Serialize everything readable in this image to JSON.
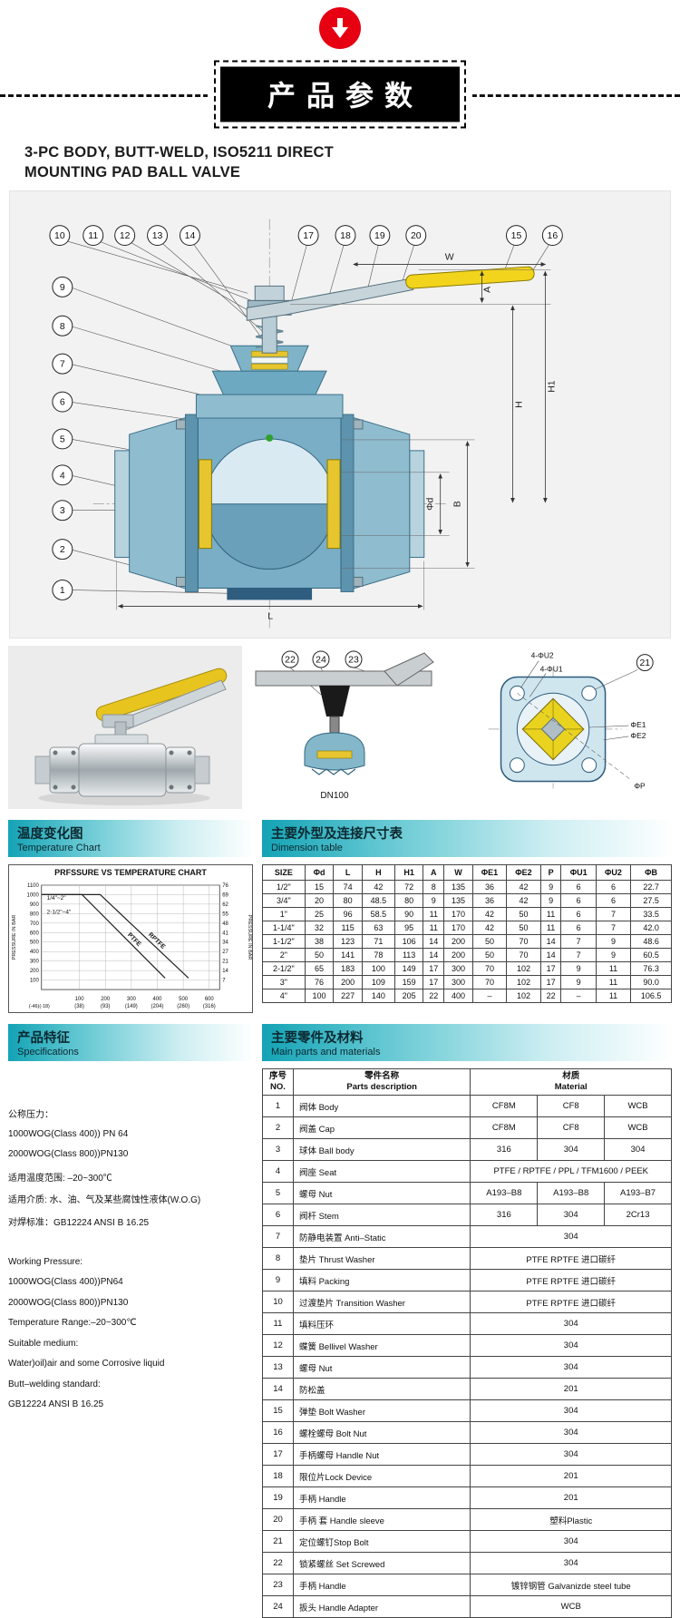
{
  "header": {
    "title": "产品参数",
    "product_line1": "3-PC BODY, BUTT-WELD, ISO5211 DIRECT",
    "product_line2": "MOUNTING PAD BALL VALVE"
  },
  "diagram": {
    "callouts": {
      "c1": "1",
      "c2": "2",
      "c3": "3",
      "c4": "4",
      "c5": "5",
      "c6": "6",
      "c7": "7",
      "c8": "8",
      "c9": "9",
      "c10": "10",
      "c11": "11",
      "c12": "12",
      "c13": "13",
      "c14": "14",
      "c15": "15",
      "c16": "16",
      "c17": "17",
      "c18": "18",
      "c19": "19",
      "c20": "20",
      "c21": "21",
      "c22": "22",
      "c23": "23",
      "c24": "24"
    },
    "dims": {
      "W": "W",
      "A": "A",
      "H": "H",
      "H1": "H1",
      "phi_d": "Φd",
      "B": "B",
      "L": "L"
    },
    "detail": {
      "dn": "DN100",
      "u2": "4-ΦU2",
      "u1": "4-ΦU1",
      "e1": "ΦE1",
      "e2": "ΦE2",
      "p": "ΦP"
    }
  },
  "sections": {
    "temp_chart": {
      "zh": "温度变化图",
      "en": "Temperature Chart"
    },
    "dim_table": {
      "zh": "主要外型及连接尺寸表",
      "en": "Dimension table"
    },
    "specs": {
      "zh": "产品特征",
      "en": "Specifications"
    },
    "parts": {
      "zh": "主要零件及材料",
      "en": "Main parts and materials"
    }
  },
  "chart_data": {
    "type": "line",
    "title": "PRFSSURE VS TEMPERATURE CHART",
    "y_axis_left": {
      "label": "PRESSURE IN BAR",
      "range": [
        0,
        1100
      ],
      "ticks": [
        1100,
        1000,
        900,
        800,
        700,
        600,
        500,
        400,
        300,
        200,
        100
      ]
    },
    "y_axis_right": {
      "label": "PRESSURE IN BAR",
      "ticks": [
        76,
        69,
        62,
        55,
        48,
        41,
        34,
        27,
        21,
        14,
        7
      ]
    },
    "x_axis": {
      "range": [
        -46,
        640
      ],
      "start_label": "(-46)(-18)",
      "ticks": [
        {
          "f": "100",
          "c": "(38)"
        },
        {
          "f": "200",
          "c": "(93)"
        },
        {
          "f": "300",
          "c": "(149)"
        },
        {
          "f": "400",
          "c": "(204)"
        },
        {
          "f": "500",
          "c": "(260)"
        },
        {
          "f": "600",
          "c": "(316)"
        }
      ]
    },
    "series": [
      {
        "name": "RPTFE",
        "points": [
          [
            -46,
            1000
          ],
          [
            180,
            1000
          ],
          [
            520,
            120
          ]
        ]
      },
      {
        "name": "PTFE",
        "points": [
          [
            -46,
            1000
          ],
          [
            110,
            1000
          ],
          [
            430,
            120
          ]
        ]
      }
    ],
    "annotations": [
      "1/4\"~2\"",
      "2-1/2\"~4\""
    ],
    "legend_position": "inline",
    "grid": true
  },
  "dimension_table": {
    "headers": [
      "SIZE",
      "Φd",
      "L",
      "H",
      "H1",
      "A",
      "W",
      "ΦE1",
      "ΦE2",
      "P",
      "ΦU1",
      "ΦU2",
      "ΦB"
    ],
    "rows": [
      [
        "1/2\"",
        "15",
        "74",
        "42",
        "72",
        "8",
        "135",
        "36",
        "42",
        "9",
        "6",
        "6",
        "22.7"
      ],
      [
        "3/4\"",
        "20",
        "80",
        "48.5",
        "80",
        "9",
        "135",
        "36",
        "42",
        "9",
        "6",
        "6",
        "27.5"
      ],
      [
        "1\"",
        "25",
        "96",
        "58.5",
        "90",
        "11",
        "170",
        "42",
        "50",
        "11",
        "6",
        "7",
        "33.5"
      ],
      [
        "1-1/4\"",
        "32",
        "115",
        "63",
        "95",
        "11",
        "170",
        "42",
        "50",
        "11",
        "6",
        "7",
        "42.0"
      ],
      [
        "1-1/2\"",
        "38",
        "123",
        "71",
        "106",
        "14",
        "200",
        "50",
        "70",
        "14",
        "7",
        "9",
        "48.6"
      ],
      [
        "2\"",
        "50",
        "141",
        "78",
        "113",
        "14",
        "200",
        "50",
        "70",
        "14",
        "7",
        "9",
        "60.5"
      ],
      [
        "2-1/2\"",
        "65",
        "183",
        "100",
        "149",
        "17",
        "300",
        "70",
        "102",
        "17",
        "9",
        "11",
        "76.3"
      ],
      [
        "3\"",
        "76",
        "200",
        "109",
        "159",
        "17",
        "300",
        "70",
        "102",
        "17",
        "9",
        "11",
        "90.0"
      ],
      [
        "4\"",
        "100",
        "227",
        "140",
        "205",
        "22",
        "400",
        "–",
        "102",
        "22",
        "–",
        "11",
        "106.5"
      ]
    ]
  },
  "specifications": {
    "lines": [
      "公称压力：",
      "1000WOG(Class 400)) PN 64",
      "2000WOG(Class 800))PN130",
      "适用温度范围: –20~300℃",
      "适用介质: 水、油、气及某些腐蚀性液体(W.O.G)",
      "对焊标准：GB12224  ANSI B 16.25",
      "",
      "Working Pressure:",
      "1000WOG(Class 400))PN64",
      "2000WOG(Class 800))PN130",
      "Temperature Range:–20~300℃",
      "Suitable medium:",
      "Water)oil)air and some Corrosive liquid",
      "Butt–welding standard:",
      "GB12224  ANSI B 16.25"
    ]
  },
  "parts_table": {
    "headers": {
      "no_zh": "序号",
      "no_en": "NO.",
      "name_zh": "零件名称",
      "name_en": "Parts  description",
      "mat_zh": "材质",
      "mat_en": "Material"
    },
    "rows": [
      {
        "no": "1",
        "name": "阀体 Body",
        "materials": [
          "CF8M",
          "CF8",
          "WCB"
        ]
      },
      {
        "no": "2",
        "name": "阀盖 Cap",
        "materials": [
          "CF8M",
          "CF8",
          "WCB"
        ]
      },
      {
        "no": "3",
        "name": "球体 Ball body",
        "materials": [
          "316",
          "304",
          "304"
        ]
      },
      {
        "no": "4",
        "name": "阀座 Seat",
        "materials": [
          "PTFE / RPTFE / PPL / TFM1600 / PEEK"
        ]
      },
      {
        "no": "5",
        "name": "螺母  Nut",
        "materials": [
          "A193–B8",
          "A193–B8",
          "A193–B7"
        ]
      },
      {
        "no": "6",
        "name": "阀杆 Stem",
        "materials": [
          "316",
          "304",
          "2Cr13"
        ]
      },
      {
        "no": "7",
        "name": "防静电装置 Anti–Static",
        "materials": [
          "304"
        ]
      },
      {
        "no": "8",
        "name": "垫片 Thrust Washer",
        "materials": [
          "PTFE RPTFE 进口碳纤"
        ]
      },
      {
        "no": "9",
        "name": "填料 Packing",
        "materials": [
          "PTFE RPTFE 进口碳纤"
        ]
      },
      {
        "no": "10",
        "name": "过渡垫片 Transition Washer",
        "materials": [
          "PTFE RPTFE 进口碳纤"
        ]
      },
      {
        "no": "11",
        "name": "填料压环",
        "materials": [
          "304"
        ]
      },
      {
        "no": "12",
        "name": "蝶簧 Bellivel Washer",
        "materials": [
          "304"
        ]
      },
      {
        "no": "13",
        "name": "螺母  Nut",
        "materials": [
          "304"
        ]
      },
      {
        "no": "14",
        "name": "防松盖",
        "materials": [
          "201"
        ]
      },
      {
        "no": "15",
        "name": "弹垫  Bolt Washer",
        "materials": [
          "304"
        ]
      },
      {
        "no": "16",
        "name": "螺栓螺母  Bolt Nut",
        "materials": [
          "304"
        ]
      },
      {
        "no": "17",
        "name": "手柄螺母  Handle Nut",
        "materials": [
          "304"
        ]
      },
      {
        "no": "18",
        "name": "限位片Lock Device",
        "materials": [
          "201"
        ]
      },
      {
        "no": "19",
        "name": "手柄 Handle",
        "materials": [
          "201"
        ]
      },
      {
        "no": "20",
        "name": "手柄 套 Handle sleeve",
        "materials": [
          "塑料Plastic"
        ]
      },
      {
        "no": "21",
        "name": "定位螺钉Stop Bolt",
        "materials": [
          "304"
        ]
      },
      {
        "no": "22",
        "name": "锁紧螺丝 Set Screwed",
        "materials": [
          "304"
        ]
      },
      {
        "no": "23",
        "name": "手柄 Handle",
        "materials": [
          "镀锌钢管 Galvanizde steel tube"
        ]
      },
      {
        "no": "24",
        "name": "扳头 Handle Adapter",
        "materials": [
          "WCB"
        ]
      }
    ]
  },
  "colors": {
    "accent_red": "#e60012",
    "teal_header": "#13a3b5",
    "valve_body": "#79aec6",
    "seat_yellow": "#e6c52e",
    "handle_yellow": "#f2d41d"
  }
}
